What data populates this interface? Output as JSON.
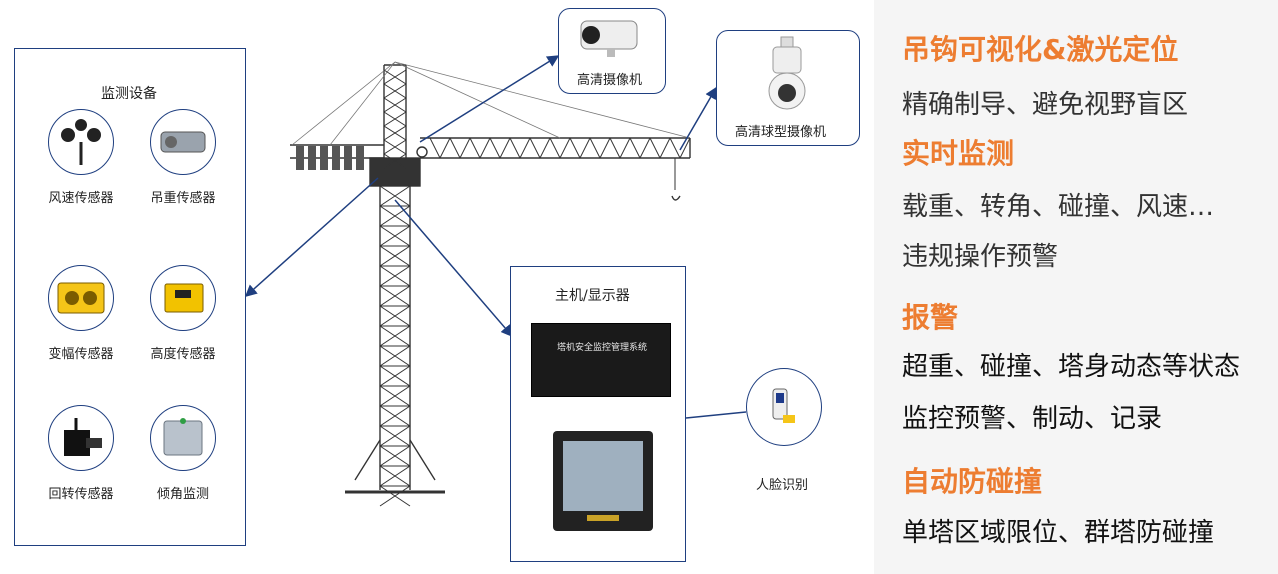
{
  "sensor_panel": {
    "title": "监测设备",
    "sensors": [
      {
        "label": "风速传感器",
        "icon": "anemometer-icon"
      },
      {
        "label": "吊重传感器",
        "icon": "load-cell-icon"
      },
      {
        "label": "变幅传感器",
        "icon": "luffing-sensor-icon"
      },
      {
        "label": "高度传感器",
        "icon": "height-sensor-icon"
      },
      {
        "label": "回转传感器",
        "icon": "slewing-sensor-icon"
      },
      {
        "label": "倾角监测",
        "icon": "tilt-sensor-icon"
      }
    ]
  },
  "devices": {
    "camera": "高清摄像机",
    "dome_camera": "高清球型摄像机",
    "host_title": "主机/显示器",
    "host_box_text": "塔机安全监控管理系统",
    "face": "人脸识别"
  },
  "features": [
    {
      "heading": "吊钩可视化&激光定位",
      "lines": [
        "精确制导、避免视野盲区"
      ]
    },
    {
      "heading": "实时监测",
      "lines": [
        "载重、转角、碰撞、风速…",
        "违规操作预警"
      ]
    },
    {
      "heading": "报警",
      "lines": [
        "超重、碰撞、塔身动态等状态",
        "监控预警、制动、记录"
      ]
    },
    {
      "heading": "自动防碰撞",
      "lines": [
        "单塔区域限位、群塔防碰撞"
      ]
    }
  ],
  "colors": {
    "accent": "#ed7d31",
    "frame": "#1f3f80"
  }
}
